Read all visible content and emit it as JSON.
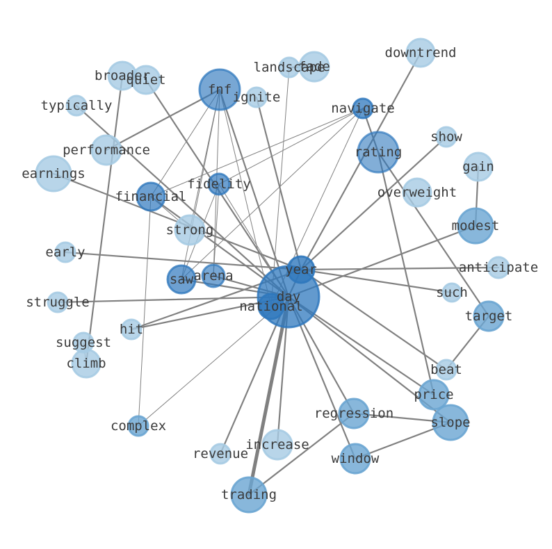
{
  "colors": {
    "edge": "#808080",
    "label": "#3a3a3a",
    "node_light": "#a6cbe3",
    "node_medium": "#6aa5d2",
    "node_dark": "#2f78bd"
  },
  "nodes": [
    {
      "id": "day",
      "label": "day",
      "weight": 5
    },
    {
      "id": "national",
      "label": "national",
      "weight": 3
    },
    {
      "id": "year",
      "label": "year",
      "weight": 3
    },
    {
      "id": "fnf",
      "label": "fnf",
      "weight": 4
    },
    {
      "id": "rating",
      "label": "rating",
      "weight": 4
    },
    {
      "id": "financial",
      "label": "financial",
      "weight": 3
    },
    {
      "id": "saw",
      "label": "saw",
      "weight": 3
    },
    {
      "id": "arena",
      "label": "arena",
      "weight": 3
    },
    {
      "id": "fidelity",
      "label": "fidelity",
      "weight": 3
    },
    {
      "id": "navigate",
      "label": "navigate",
      "weight": 3
    },
    {
      "id": "modest",
      "label": "modest",
      "weight": 2
    },
    {
      "id": "target",
      "label": "target",
      "weight": 2
    },
    {
      "id": "slope",
      "label": "slope",
      "weight": 2
    },
    {
      "id": "price",
      "label": "price",
      "weight": 2
    },
    {
      "id": "regression",
      "label": "regression",
      "weight": 2
    },
    {
      "id": "window",
      "label": "window",
      "weight": 2
    },
    {
      "id": "trading",
      "label": "trading",
      "weight": 2
    },
    {
      "id": "complex",
      "label": "complex",
      "weight": 2
    },
    {
      "id": "downtrend",
      "label": "downtrend",
      "weight": 1
    },
    {
      "id": "landscape",
      "label": "landscape",
      "weight": 1
    },
    {
      "id": "fade",
      "label": "fade",
      "weight": 1
    },
    {
      "id": "broader",
      "label": "broader",
      "weight": 1
    },
    {
      "id": "quiet",
      "label": "quiet",
      "weight": 1
    },
    {
      "id": "ignite",
      "label": "ignite",
      "weight": 1
    },
    {
      "id": "typically",
      "label": "typically",
      "weight": 1
    },
    {
      "id": "show",
      "label": "show",
      "weight": 1
    },
    {
      "id": "performance",
      "label": "performance",
      "weight": 1
    },
    {
      "id": "gain",
      "label": "gain",
      "weight": 1
    },
    {
      "id": "earnings",
      "label": "earnings",
      "weight": 1
    },
    {
      "id": "overweight",
      "label": "overweight",
      "weight": 1
    },
    {
      "id": "strong",
      "label": "strong",
      "weight": 1
    },
    {
      "id": "early",
      "label": "early",
      "weight": 1
    },
    {
      "id": "anticipate",
      "label": "anticipate",
      "weight": 1
    },
    {
      "id": "such",
      "label": "such",
      "weight": 1
    },
    {
      "id": "struggle",
      "label": "struggle",
      "weight": 1
    },
    {
      "id": "hit",
      "label": "hit",
      "weight": 1
    },
    {
      "id": "suggest",
      "label": "suggest",
      "weight": 1
    },
    {
      "id": "climb",
      "label": "climb",
      "weight": 1
    },
    {
      "id": "beat",
      "label": "beat",
      "weight": 1
    },
    {
      "id": "increase",
      "label": "increase",
      "weight": 1
    },
    {
      "id": "revenue",
      "label": "revenue",
      "weight": 1
    }
  ],
  "edges": [
    [
      "day",
      "trading",
      5
    ],
    [
      "day",
      "year",
      2
    ],
    [
      "day",
      "national",
      2
    ],
    [
      "day",
      "price",
      2
    ],
    [
      "day",
      "slope",
      2
    ],
    [
      "day",
      "window",
      2
    ],
    [
      "day",
      "regression",
      2
    ],
    [
      "day",
      "increase",
      2
    ],
    [
      "day",
      "revenue",
      2
    ],
    [
      "day",
      "fnf",
      2
    ],
    [
      "day",
      "financial",
      2
    ],
    [
      "day",
      "struggle",
      2
    ],
    [
      "day",
      "hit",
      2
    ],
    [
      "day",
      "saw",
      2
    ],
    [
      "day",
      "arena",
      2
    ],
    [
      "day",
      "quiet",
      2
    ],
    [
      "day",
      "typically",
      2
    ],
    [
      "day",
      "modest",
      2
    ],
    [
      "day",
      "fidelity",
      1
    ],
    [
      "day",
      "complex",
      1
    ],
    [
      "year",
      "downtrend",
      2
    ],
    [
      "year",
      "show",
      2
    ],
    [
      "year",
      "ignite",
      2
    ],
    [
      "year",
      "anticipate",
      2
    ],
    [
      "year",
      "such",
      2
    ],
    [
      "year",
      "beat",
      2
    ],
    [
      "year",
      "earnings",
      2
    ],
    [
      "year",
      "early",
      2
    ],
    [
      "year",
      "hit",
      2
    ],
    [
      "national",
      "fnf",
      1
    ],
    [
      "national",
      "navigate",
      1
    ],
    [
      "national",
      "landscape",
      1
    ],
    [
      "fnf",
      "performance",
      2
    ],
    [
      "fnf",
      "saw",
      1
    ],
    [
      "fnf",
      "strong",
      1
    ],
    [
      "fnf",
      "arena",
      1
    ],
    [
      "fnf",
      "financial",
      1
    ],
    [
      "navigate",
      "fidelity",
      1
    ],
    [
      "navigate",
      "financial",
      1
    ],
    [
      "navigate",
      "saw",
      1
    ],
    [
      "navigate",
      "rating",
      2
    ],
    [
      "rating",
      "price",
      2
    ],
    [
      "rating",
      "target",
      2
    ],
    [
      "target",
      "beat",
      2
    ],
    [
      "gain",
      "modest",
      2
    ],
    [
      "slope",
      "regression",
      2
    ],
    [
      "slope",
      "window",
      2
    ],
    [
      "regression",
      "trading",
      2
    ],
    [
      "financial",
      "complex",
      1
    ],
    [
      "financial",
      "strong",
      1
    ],
    [
      "fidelity",
      "saw",
      1
    ],
    [
      "fidelity",
      "arena",
      1
    ],
    [
      "landscape",
      "fade",
      2
    ],
    [
      "broader",
      "climb",
      2
    ],
    [
      "suggest",
      "climb",
      1
    ]
  ]
}
